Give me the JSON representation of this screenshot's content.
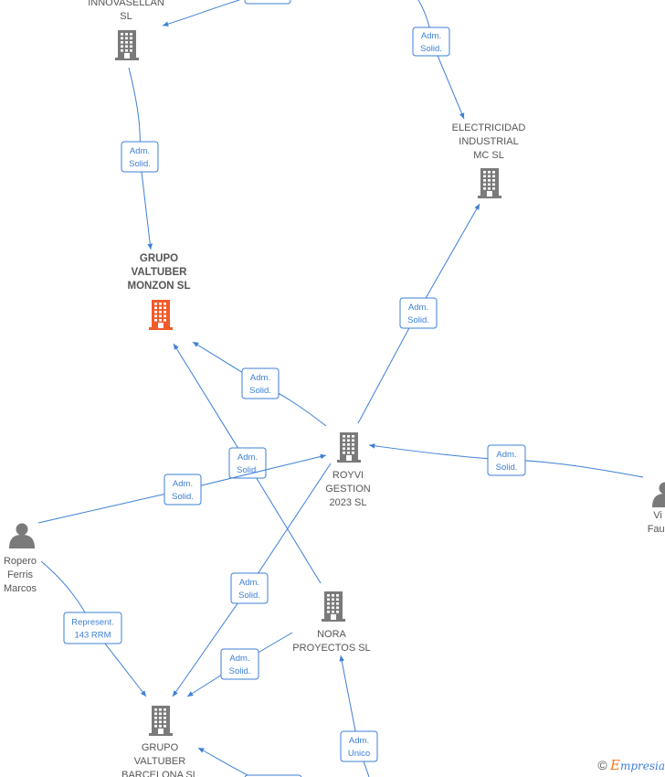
{
  "colors": {
    "edge": "#3d7fd6",
    "building": "#7a7a7a",
    "highlight": "#f15a29",
    "person": "#7a7a7a"
  },
  "nodes": [
    {
      "id": "innovasellan",
      "type": "company",
      "icon": "building-icon",
      "lines": [
        "INNOVASELLAN",
        "SL"
      ]
    },
    {
      "id": "electricidad",
      "type": "company",
      "icon": "building-icon",
      "lines": [
        "ELECTRICIDAD",
        "INDUSTRIAL",
        "MC  SL"
      ]
    },
    {
      "id": "valtuber-monzon",
      "type": "company",
      "icon": "building-icon",
      "highlight": true,
      "lines": [
        "GRUPO",
        "VALTUBER",
        "MONZON  SL"
      ]
    },
    {
      "id": "royvi",
      "type": "company",
      "icon": "building-icon",
      "lines": [
        "ROYVI",
        "GESTION",
        "2023  SL"
      ]
    },
    {
      "id": "nora",
      "type": "company",
      "icon": "building-icon",
      "lines": [
        "NORA",
        "PROYECTOS  SL"
      ]
    },
    {
      "id": "valtuber-barcelona",
      "type": "company",
      "icon": "building-icon",
      "lines": [
        "GRUPO",
        "VALTUBER",
        "BARCELONA  SL"
      ]
    },
    {
      "id": "ropero",
      "type": "person",
      "icon": "person-icon",
      "lines": [
        "Ropero",
        "Ferris",
        "Marcos"
      ]
    },
    {
      "id": "vi-faur",
      "type": "person",
      "icon": "person-icon",
      "lines": [
        "Vi",
        "Faur"
      ]
    }
  ],
  "edges": [
    {
      "id": "e-top-innova",
      "lines": []
    },
    {
      "id": "e-top-electricidad",
      "lines": [
        "Adm.",
        "Solid."
      ]
    },
    {
      "id": "e-innova-monzon",
      "lines": [
        "Adm.",
        "Solid."
      ]
    },
    {
      "id": "e-royvi-electricidad",
      "lines": [
        "Adm.",
        "Solid."
      ]
    },
    {
      "id": "e-royvi-monzon",
      "lines": [
        "Adm.",
        "Solid."
      ]
    },
    {
      "id": "e-nora-monzon",
      "lines": [
        "Adm.",
        "Solid."
      ]
    },
    {
      "id": "e-ropero-royvi",
      "lines": [
        "Adm.",
        "Solid."
      ]
    },
    {
      "id": "e-vifaur-royvi",
      "lines": [
        "Adm.",
        "Solid."
      ]
    },
    {
      "id": "e-royvi-barcelona",
      "lines": [
        "Adm.",
        "Solid."
      ]
    },
    {
      "id": "e-nora-barcelona",
      "lines": [
        "Adm.",
        "Solid."
      ]
    },
    {
      "id": "e-ropero-barcelona",
      "lines": [
        "Represent.",
        "143 RRM"
      ]
    },
    {
      "id": "e-bottom-nora",
      "lines": [
        "Adm.",
        "Unico"
      ]
    },
    {
      "id": "e-bottom-barcelona",
      "lines": []
    }
  ],
  "watermark": {
    "copyright": "©",
    "brand_initial": "E",
    "brand_rest": "mpresia"
  }
}
